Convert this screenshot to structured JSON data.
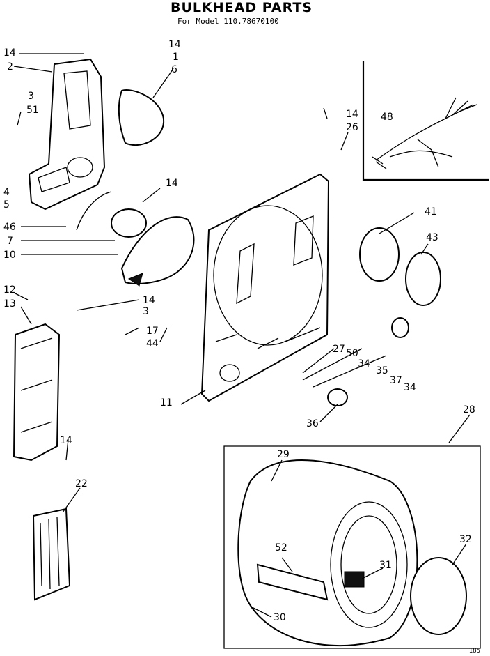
{
  "title": "BULKHEAD PARTS",
  "subtitle": "For Model 110.78670100",
  "callouts": [
    "14",
    "14",
    "1",
    "2",
    "6",
    "3",
    "51",
    "4",
    "5",
    "14",
    "26",
    "48",
    "14",
    "46",
    "7",
    "10",
    "41",
    "43",
    "12",
    "13",
    "14",
    "3",
    "17",
    "44",
    "27",
    "50",
    "34",
    "35",
    "37",
    "34",
    "11",
    "36",
    "14",
    "28",
    "22",
    "29",
    "32",
    "52",
    "31",
    "30"
  ],
  "footer_ref": "185"
}
